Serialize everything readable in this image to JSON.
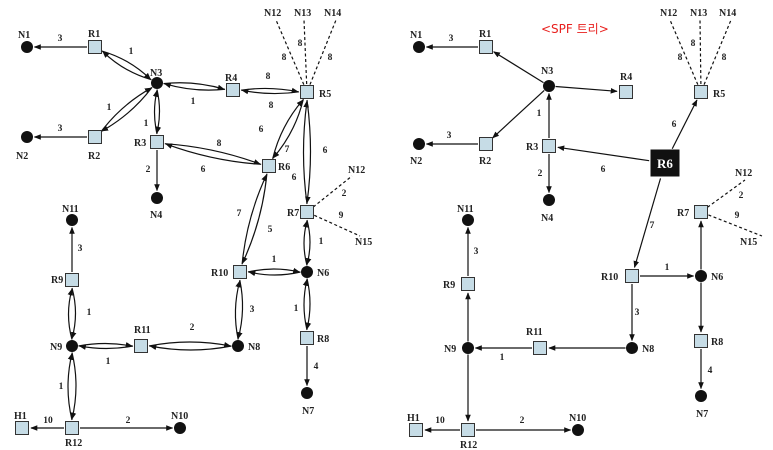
{
  "tree_title": "<SPF 트리>",
  "full_graph": {
    "nodes": [
      {
        "id": "N1",
        "kind": "network"
      },
      {
        "id": "R1",
        "kind": "router"
      },
      {
        "id": "N3",
        "kind": "network"
      },
      {
        "id": "R4",
        "kind": "router"
      },
      {
        "id": "R5",
        "kind": "router"
      },
      {
        "id": "N2",
        "kind": "network"
      },
      {
        "id": "R2",
        "kind": "router"
      },
      {
        "id": "R3",
        "kind": "router"
      },
      {
        "id": "R6",
        "kind": "router"
      },
      {
        "id": "N4",
        "kind": "network"
      },
      {
        "id": "N12",
        "kind": "network"
      },
      {
        "id": "N13",
        "kind": "network"
      },
      {
        "id": "N14",
        "kind": "network"
      },
      {
        "id": "R7",
        "kind": "router"
      },
      {
        "id": "N15",
        "kind": "network"
      },
      {
        "id": "N11",
        "kind": "network"
      },
      {
        "id": "R9",
        "kind": "router"
      },
      {
        "id": "R10",
        "kind": "router"
      },
      {
        "id": "N6",
        "kind": "network"
      },
      {
        "id": "N9",
        "kind": "network"
      },
      {
        "id": "R11",
        "kind": "router"
      },
      {
        "id": "N8",
        "kind": "network"
      },
      {
        "id": "R8",
        "kind": "router"
      },
      {
        "id": "N7",
        "kind": "network"
      },
      {
        "id": "H1",
        "kind": "router"
      },
      {
        "id": "R12",
        "kind": "router"
      },
      {
        "id": "N10",
        "kind": "network"
      }
    ],
    "links": [
      {
        "from": "R1",
        "to": "N1",
        "weight": "3"
      },
      {
        "from": "R1",
        "to": "N3",
        "weight": "1"
      },
      {
        "from": "N3",
        "to": "R1",
        "weight": ""
      },
      {
        "from": "R2",
        "to": "N3",
        "weight": "1"
      },
      {
        "from": "N3",
        "to": "R2",
        "weight": ""
      },
      {
        "from": "R2",
        "to": "N2",
        "weight": "3"
      },
      {
        "from": "R3",
        "to": "N3",
        "weight": "1"
      },
      {
        "from": "N3",
        "to": "R3",
        "weight": ""
      },
      {
        "from": "N3",
        "to": "R4",
        "weight": ""
      },
      {
        "from": "R4",
        "to": "N3",
        "weight": "1"
      },
      {
        "from": "R4",
        "to": "R5",
        "weight": "8"
      },
      {
        "from": "R5",
        "to": "R4",
        "weight": "8"
      },
      {
        "from": "R3",
        "to": "R6",
        "weight": "8"
      },
      {
        "from": "R6",
        "to": "R3",
        "weight": "6"
      },
      {
        "from": "R3",
        "to": "N4",
        "weight": "2"
      },
      {
        "from": "R6",
        "to": "R5",
        "weight": "6"
      },
      {
        "from": "R5",
        "to": "R6",
        "weight": "7"
      },
      {
        "from": "R5",
        "to": "R7",
        "weight": "6"
      },
      {
        "from": "R7",
        "to": "R5",
        "weight": "6"
      },
      {
        "from": "R6",
        "to": "R10",
        "weight": "7"
      },
      {
        "from": "R10",
        "to": "R6",
        "weight": "5"
      },
      {
        "from": "R10",
        "to": "N6",
        "weight": "1"
      },
      {
        "from": "N6",
        "to": "R10",
        "weight": ""
      },
      {
        "from": "R7",
        "to": "N6",
        "weight": "1"
      },
      {
        "from": "N6",
        "to": "R7",
        "weight": ""
      },
      {
        "from": "N6",
        "to": "R8",
        "weight": "1"
      },
      {
        "from": "R8",
        "to": "N6",
        "weight": ""
      },
      {
        "from": "R8",
        "to": "N7",
        "weight": "4"
      },
      {
        "from": "R10",
        "to": "N8",
        "weight": "3"
      },
      {
        "from": "N8",
        "to": "R10",
        "weight": ""
      },
      {
        "from": "R11",
        "to": "N8",
        "weight": "2"
      },
      {
        "from": "N8",
        "to": "R11",
        "weight": ""
      },
      {
        "from": "R11",
        "to": "N9",
        "weight": "1"
      },
      {
        "from": "N9",
        "to": "R11",
        "weight": ""
      },
      {
        "from": "R9",
        "to": "N9",
        "weight": "1"
      },
      {
        "from": "N9",
        "to": "R9",
        "weight": ""
      },
      {
        "from": "R9",
        "to": "N11",
        "weight": "3"
      },
      {
        "from": "R12",
        "to": "N9",
        "weight": "1"
      },
      {
        "from": "N9",
        "to": "R12",
        "weight": ""
      },
      {
        "from": "R12",
        "to": "H1",
        "weight": "10"
      },
      {
        "from": "R12",
        "to": "N10",
        "weight": "2"
      }
    ],
    "stub_links": [
      {
        "from": "R5",
        "to": "N12",
        "weight": "8"
      },
      {
        "from": "R5",
        "to": "N13",
        "weight": "8"
      },
      {
        "from": "R5",
        "to": "N14",
        "weight": "8"
      },
      {
        "from": "R7",
        "to": "N12",
        "weight": "2"
      },
      {
        "from": "R7",
        "to": "N15",
        "weight": "9"
      }
    ]
  },
  "spf_tree": {
    "root": "R6",
    "nodes": [
      {
        "id": "N1",
        "kind": "network"
      },
      {
        "id": "R1",
        "kind": "router"
      },
      {
        "id": "N3",
        "kind": "network"
      },
      {
        "id": "R4",
        "kind": "router"
      },
      {
        "id": "N2",
        "kind": "network"
      },
      {
        "id": "R2",
        "kind": "router"
      },
      {
        "id": "R3",
        "kind": "router"
      },
      {
        "id": "N4",
        "kind": "network"
      },
      {
        "id": "R6",
        "kind": "root"
      },
      {
        "id": "N12",
        "kind": "network"
      },
      {
        "id": "N13",
        "kind": "network"
      },
      {
        "id": "N14",
        "kind": "network"
      },
      {
        "id": "R5",
        "kind": "router"
      },
      {
        "id": "R7",
        "kind": "router"
      },
      {
        "id": "N15",
        "kind": "network"
      },
      {
        "id": "N11",
        "kind": "network"
      },
      {
        "id": "R9",
        "kind": "router"
      },
      {
        "id": "R10",
        "kind": "router"
      },
      {
        "id": "N6",
        "kind": "network"
      },
      {
        "id": "R11",
        "kind": "router"
      },
      {
        "id": "N9",
        "kind": "network"
      },
      {
        "id": "N8",
        "kind": "network"
      },
      {
        "id": "R8",
        "kind": "router"
      },
      {
        "id": "N7",
        "kind": "network"
      },
      {
        "id": "H1",
        "kind": "router"
      },
      {
        "id": "R12",
        "kind": "router"
      },
      {
        "id": "N10",
        "kind": "network"
      }
    ],
    "links": [
      {
        "from": "R1",
        "to": "N1",
        "weight": "3"
      },
      {
        "from": "N3",
        "to": "R1",
        "weight": ""
      },
      {
        "from": "N3",
        "to": "R4",
        "weight": ""
      },
      {
        "from": "N3",
        "to": "R2",
        "weight": ""
      },
      {
        "from": "R2",
        "to": "N2",
        "weight": "3"
      },
      {
        "from": "R3",
        "to": "N3",
        "weight": "1"
      },
      {
        "from": "R3",
        "to": "N4",
        "weight": "2"
      },
      {
        "from": "R6",
        "to": "R3",
        "weight": "6"
      },
      {
        "from": "R6",
        "to": "R5",
        "weight": "6"
      },
      {
        "from": "R6",
        "to": "R10",
        "weight": "7"
      },
      {
        "from": "R10",
        "to": "N6",
        "weight": "1"
      },
      {
        "from": "N6",
        "to": "R7",
        "weight": ""
      },
      {
        "from": "N6",
        "to": "R8",
        "weight": ""
      },
      {
        "from": "R8",
        "to": "N7",
        "weight": "4"
      },
      {
        "from": "R10",
        "to": "N8",
        "weight": "3"
      },
      {
        "from": "N8",
        "to": "R11",
        "weight": ""
      },
      {
        "from": "R11",
        "to": "N9",
        "weight": "1"
      },
      {
        "from": "N9",
        "to": "R9",
        "weight": ""
      },
      {
        "from": "R9",
        "to": "N11",
        "weight": "3"
      },
      {
        "from": "N9",
        "to": "R12",
        "weight": ""
      },
      {
        "from": "R12",
        "to": "H1",
        "weight": "10"
      },
      {
        "from": "R12",
        "to": "N10",
        "weight": "2"
      }
    ],
    "stub_links": [
      {
        "from": "R5",
        "to": "N12",
        "weight": "8"
      },
      {
        "from": "R5",
        "to": "N13",
        "weight": "8"
      },
      {
        "from": "R5",
        "to": "N14",
        "weight": "8"
      },
      {
        "from": "R7",
        "to": "N12",
        "weight": "2"
      },
      {
        "from": "R7",
        "to": "N15",
        "weight": "9"
      }
    ]
  }
}
